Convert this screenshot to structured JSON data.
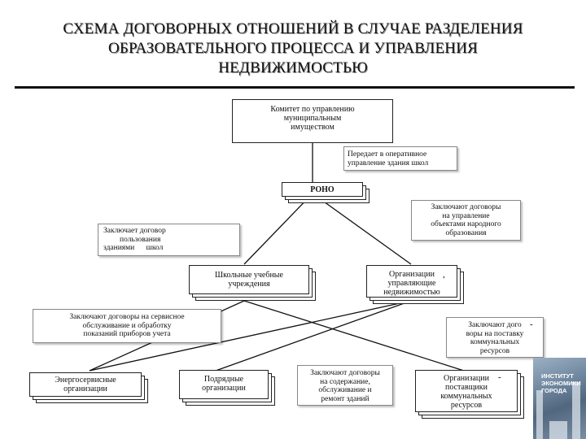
{
  "title": {
    "line1": "СХЕМА ДОГОВОРНЫХ ОТНОШЕНИЙ В СЛУЧАЕ РАЗДЕЛЕНИЯ",
    "line2": "ОБРАЗОВАТЕЛЬНОГО ПРОЦЕССА И УПРАВЛЕНИЯ",
    "line3": "НЕДВИЖИМОСТЬЮ"
  },
  "nodes": {
    "committee": [
      "Комитет по управлению",
      "муниципальным",
      "имуществом"
    ],
    "rono": "РОНО",
    "schools": [
      "Школьные учебные",
      "учреждения"
    ],
    "property_org": [
      "Организации",
      "управляющие",
      "недвижимостью"
    ],
    "energy_org": [
      "Энергосервисные",
      "организации"
    ],
    "contractors": [
      "Подрядные",
      "организации"
    ],
    "utility_org": [
      "Организации",
      "поставщики",
      "коммунальных",
      "ресурсов"
    ]
  },
  "callouts": {
    "transfer_ops": [
      "Передает в оперативное",
      "управление здания школ"
    ],
    "contracts_management": [
      "Заключают договоры",
      "на управление",
      "объектами народного",
      "образования"
    ],
    "use_contract": [
      "Заключает договор",
      "пользования",
      "зданиями      школ"
    ],
    "service_contracts": [
      "Заключают договоры на сервисное",
      "обслуживание и обработку",
      "показаний приборов учета"
    ],
    "supply_contracts": [
      "Заключают дого",
      "воры на поставку",
      "коммунальных",
      "ресурсов"
    ],
    "maintenance_contracts": [
      "Заключают договоры",
      "на содержание,",
      "обслуживание и",
      "ремонт зданий"
    ]
  },
  "stray_marks": {
    "comma": ",",
    "dash1": "-",
    "dash2": "-"
  },
  "logo": [
    "ИНСТИТУТ",
    "ЭКОНОМИКИ",
    "ГОРОДА"
  ],
  "colors": {
    "border": "#222222",
    "text": "#111111",
    "callout_border": "#888888",
    "background": "#ffffff"
  }
}
